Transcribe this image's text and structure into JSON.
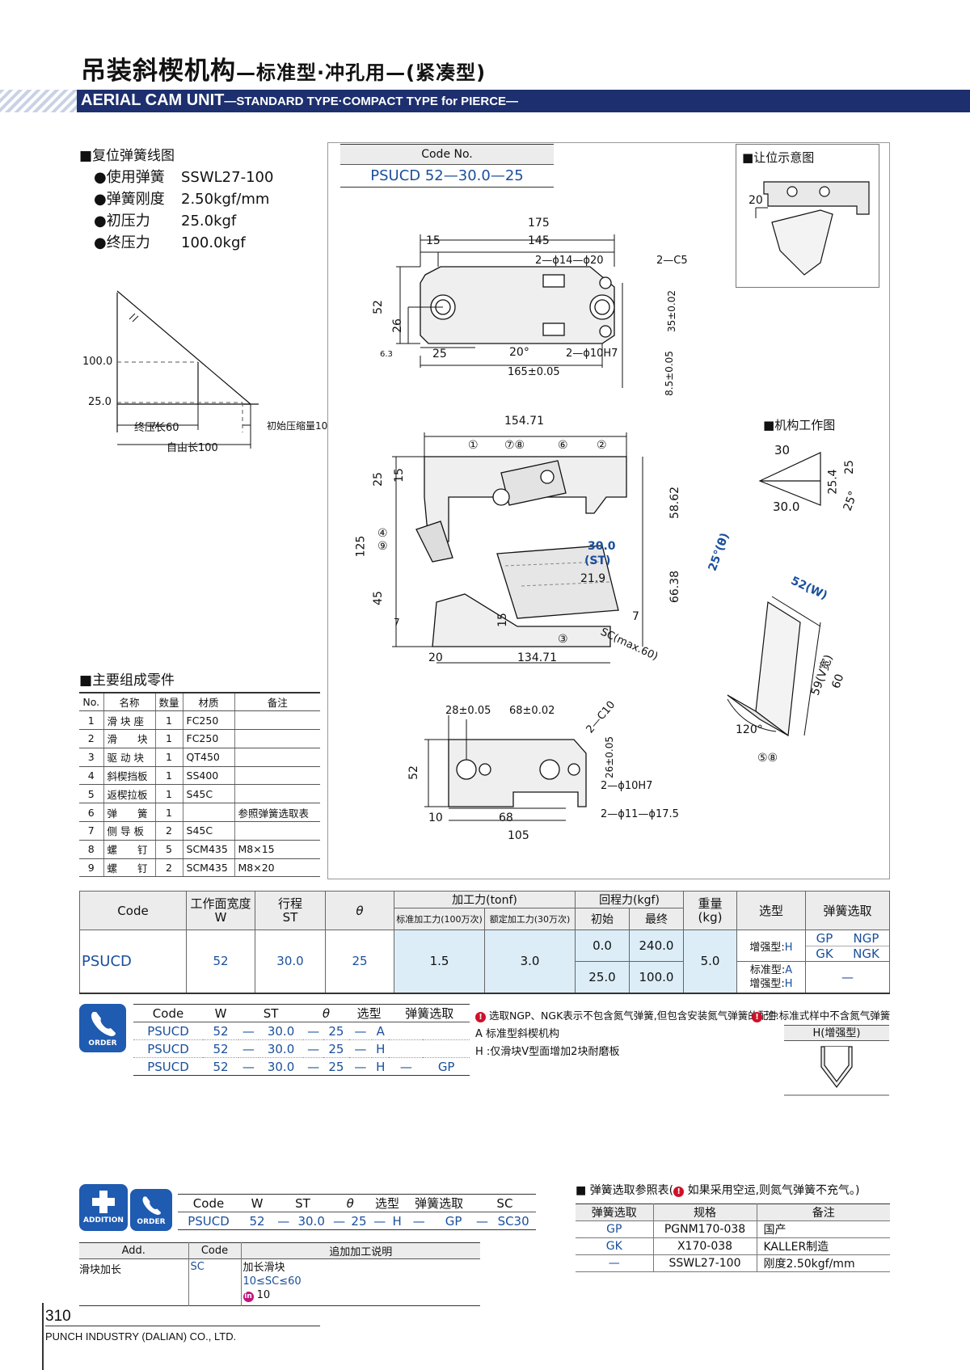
{
  "header": {
    "title_cn": "吊装斜楔机构",
    "title_cn_sub": "—标准型·冲孔用—(紧凑型)",
    "title_en": "AERIAL CAM UNIT",
    "title_en_sub": "—STANDARD TYPE·COMPACT TYPE for PIERCE—"
  },
  "spring_section": {
    "heading": "复位弹簧线图",
    "specs": [
      {
        "label": "●使用弹簧",
        "value": "SSWL27-100"
      },
      {
        "label": "●弹簧刚度",
        "value": "2.50kgf/mm"
      },
      {
        "label": "●初压力",
        "value": "25.0kgf"
      },
      {
        "label": "●终压力",
        "value": "100.0kgf"
      }
    ],
    "graph": {
      "y_labels": [
        "100.0",
        "25.0"
      ],
      "end_compress": "终压长60",
      "initial_compress": "初始压缩量10",
      "free_length": "自由长100"
    }
  },
  "code_no": {
    "label": "Code No.",
    "value": "PSUCD 52—30.0—25"
  },
  "clearance": {
    "heading": "让位示意图",
    "dim": "20"
  },
  "mechanism": {
    "heading": "机构工作图"
  },
  "drawing_dims": {
    "top": [
      "175",
      "15",
      "145",
      "2—ϕ14—ϕ20",
      "2—C5",
      "52",
      "26",
      "35±0.02",
      "25",
      "20°",
      "2—ϕ10H7",
      "165±0.05",
      "8.5±0.05",
      "6.3"
    ],
    "side": [
      "154.71",
      "①",
      "⑦⑧",
      "⑥",
      "②",
      "25",
      "15",
      "58.62",
      "④",
      "⑨",
      "125",
      "30.0",
      "(ST)",
      "21.9",
      "25°(θ)",
      "66.38",
      "45",
      "7",
      "15",
      "7",
      "③",
      "SC(max.60)",
      "20",
      "134.71"
    ],
    "bottom": [
      "28±0.05",
      "68±0.02",
      "2—C10",
      "52",
      "26±0.05",
      "2—ϕ10H7",
      "10",
      "68",
      "2—ϕ11—ϕ17.5",
      "105"
    ],
    "mech": [
      "30",
      "25.4",
      "25",
      "25°",
      "30.0",
      "52(W)",
      "59(V宽)",
      "60",
      "120°",
      "⑤⑧"
    ]
  },
  "parts": {
    "heading": "主要组成零件",
    "columns": [
      "No.",
      "名称",
      "数量",
      "材质",
      "备注"
    ],
    "rows": [
      [
        "1",
        "滑 块 座",
        "1",
        "FC250",
        ""
      ],
      [
        "2",
        "滑　　块",
        "1",
        "FC250",
        ""
      ],
      [
        "3",
        "驱 动 块",
        "1",
        "QT450",
        ""
      ],
      [
        "4",
        "斜楔挡板",
        "1",
        "SS400",
        ""
      ],
      [
        "5",
        "返楔拉板",
        "1",
        "S45C",
        ""
      ],
      [
        "6",
        "弹　　簧",
        "1",
        "",
        "参照弹簧选取表"
      ],
      [
        "7",
        "侧 导 板",
        "2",
        "S45C",
        ""
      ],
      [
        "8",
        "螺　　钉",
        "5",
        "SCM435",
        "M8×15"
      ],
      [
        "9",
        "螺　　钉",
        "2",
        "SCM435",
        "M8×20"
      ]
    ]
  },
  "main_table": {
    "headers": {
      "code": "Code",
      "w": "工作面宽度",
      "w2": "W",
      "st": "行程",
      "st2": "ST",
      "theta": "θ",
      "force": "加工力(tonf)",
      "force_std": "标准加工力(100万次)",
      "force_rated": "额定加工力(30万次)",
      "return": "回程力(kgf)",
      "ret_init": "初始",
      "ret_final": "最终",
      "weight": "重量",
      "weight2": "(kg)",
      "type": "选型",
      "spring": "弹簧选取"
    },
    "row": {
      "code": "PSUCD",
      "w": "52",
      "st": "30.0",
      "theta": "25",
      "force_std": "1.5",
      "force_rated": "3.0",
      "ret_init_1": "0.0",
      "ret_final_1": "240.0",
      "ret_init_2": "25.0",
      "ret_final_2": "100.0",
      "weight": "5.0",
      "type_1": "增强型:",
      "type_1v": "H",
      "type_2a": "标准型:",
      "type_2av": "A",
      "type_2b": "增强型:",
      "type_2bv": "H",
      "spring_1a": "GP",
      "spring_1b": "NGP",
      "spring_2a": "GK",
      "spring_2b": "NGK",
      "spring_3": "—"
    }
  },
  "order": {
    "icon_label": "ORDER",
    "columns": [
      "Code",
      "W",
      "ST",
      "θ",
      "选型",
      "弹簧选取"
    ],
    "rows": [
      [
        "PSUCD",
        "52",
        "—",
        "30.0",
        "—",
        "25",
        "—",
        "A",
        "",
        ""
      ],
      [
        "PSUCD",
        "52",
        "—",
        "30.0",
        "—",
        "25",
        "—",
        "H",
        "",
        ""
      ],
      [
        "PSUCD",
        "52",
        "—",
        "30.0",
        "—",
        "25",
        "—",
        "H",
        "—",
        "GP"
      ]
    ],
    "note_1": "选取NGP、NGK表示不包含氮气弹簧,但包含安装氮气弹簧的配件",
    "note_2": "注:标准式样中不含氮气弹簧",
    "note_a": "A 标准型斜楔机构",
    "note_h": "H :仅滑块V型面增加2块耐磨板",
    "h_label": "H(增强型)"
  },
  "addition": {
    "icon_add": "ADDITION",
    "icon_order": "ORDER",
    "columns": [
      "Code",
      "W",
      "ST",
      "θ",
      "选型",
      "弹簧选取",
      "SC"
    ],
    "row": [
      "PSUCD",
      "52",
      "—",
      "30.0",
      "—",
      "25",
      "—",
      "H",
      "—",
      "GP",
      "—",
      "SC30"
    ],
    "add_columns": [
      "Add.",
      "Code",
      "追加加工说明"
    ],
    "add_row": {
      "add": "滑块加长",
      "code": "SC",
      "desc1": "加长滑块",
      "desc2": "10≤SC≤60",
      "desc3": "10"
    }
  },
  "spring_ref": {
    "heading": "弹簧选取参照表(",
    "heading_note": "如果采用空运,则氮气弹簧不充气。)",
    "columns": [
      "弹簧选取",
      "规格",
      "备注"
    ],
    "rows": [
      [
        "GP",
        "PGNM170-038",
        "国产"
      ],
      [
        "GK",
        "X170-038",
        "KALLER制造"
      ],
      [
        "—",
        "SSWL27-100",
        "刚度2.50kgf/mm"
      ]
    ]
  },
  "footer": {
    "page": "310",
    "company": "PUNCH INDUSTRY (DALIAN) CO., LTD."
  }
}
